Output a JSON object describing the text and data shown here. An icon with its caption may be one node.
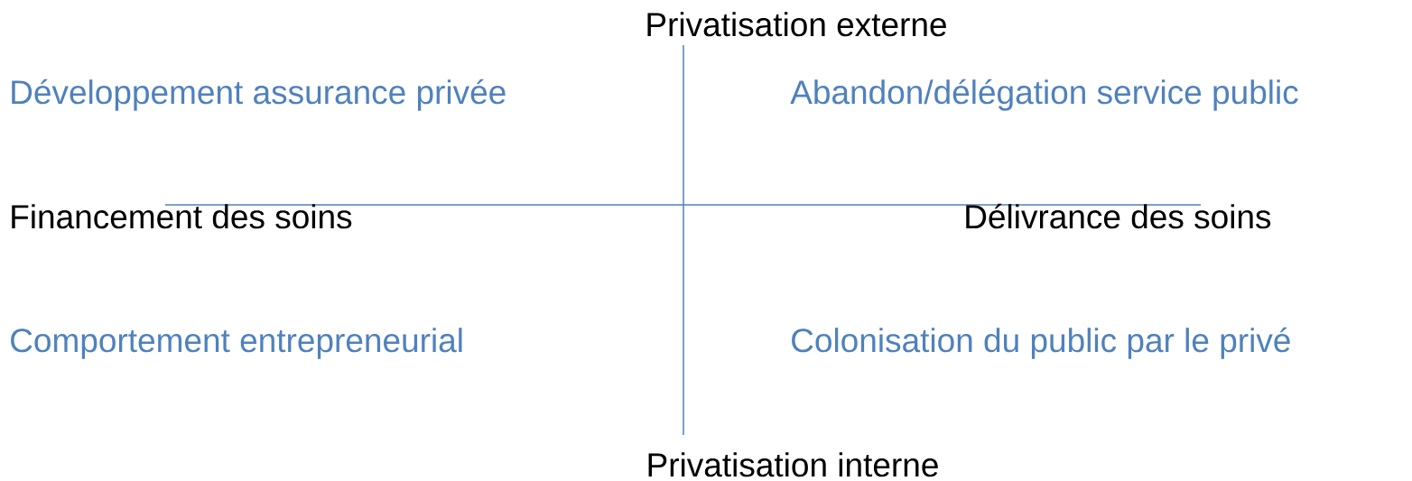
{
  "diagram": {
    "labels": [
      "Privatisation externe",
      "Développement assurance privée",
      "Abandon/délégation service public",
      "Financement des soins",
      "Délivrance des soins",
      "Comportement entrepreneurial",
      "Colonisation du public par le privé",
      "Privatisation interne"
    ]
  }
}
